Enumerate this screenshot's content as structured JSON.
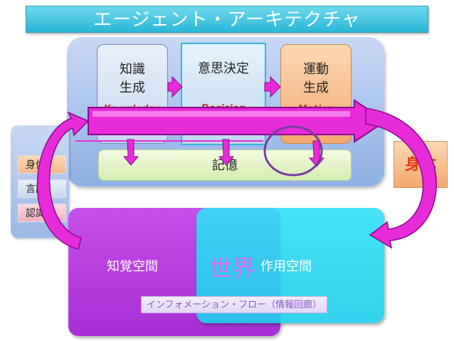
{
  "title": "エージェント・アーキテクチャ",
  "modules": {
    "knowledge": {
      "line1": "知識",
      "line2": "生成",
      "en": "Knowledge"
    },
    "decision": {
      "line1": "意思決定",
      "en": "Decision"
    },
    "motion": {
      "line1": "運動",
      "line2": "生成",
      "en": "Motion"
    }
  },
  "memory": "記憶",
  "side_items": [
    "身体",
    "言語",
    "認識表"
  ],
  "body_tag": "身体",
  "world": {
    "perception": "知覚空間",
    "world": "世界",
    "action": "作用空間",
    "info_flow": "インフォメーション・フロー（情報回廊）"
  },
  "colors": {
    "accent_magenta": "#dd21ea",
    "arrow_fill": "#e72bd8",
    "arrow_edge": "#8a0a8e",
    "perception_space": "#b43ae0",
    "action_space": "#24d6ee",
    "title_bar": "#3bc3df"
  }
}
